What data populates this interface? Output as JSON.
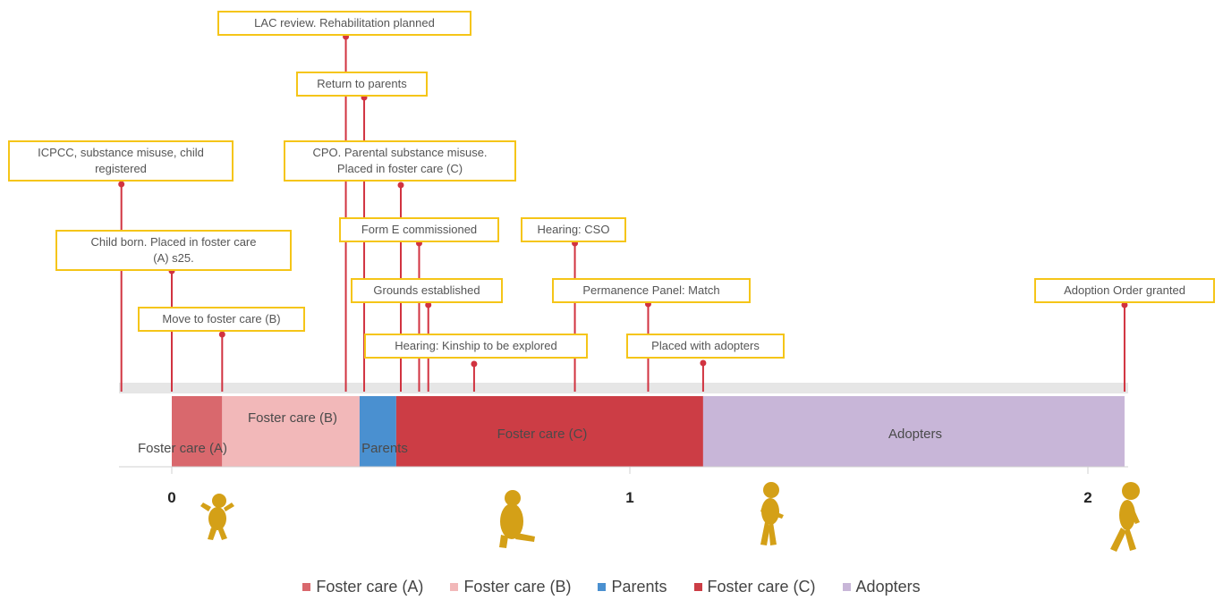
{
  "segments": [
    {
      "name": "Foster care (A)",
      "label": "Foster care (A)",
      "start": 0,
      "end": 0.11,
      "color": "#d9686d"
    },
    {
      "name": "Foster care (B)",
      "label": "Foster care (B)",
      "start": 0.11,
      "end": 0.41,
      "color": "#f2b8b9"
    },
    {
      "name": "Parents",
      "label": "Parents",
      "start": 0.41,
      "end": 0.49,
      "color": "#4a90d0"
    },
    {
      "name": "Foster care (C)",
      "label": "Foster care (C)",
      "start": 0.49,
      "end": 1.16,
      "color": "#cc3d45"
    },
    {
      "name": "Adopters",
      "label": "Adopters",
      "start": 1.16,
      "end": 2.08,
      "color": "#c8b6d8"
    }
  ],
  "events": [
    {
      "lines": [
        "ICPCC, substance misuse, child",
        "registered"
      ],
      "t": -0.11
    },
    {
      "lines": [
        "Child born. Placed in foster care",
        "(A) s25."
      ],
      "t": 0.0
    },
    {
      "lines": [
        "Move to foster care (B)"
      ],
      "t": 0.11
    },
    {
      "lines": [
        "LAC review. Rehabilitation planned"
      ],
      "t": 0.38
    },
    {
      "lines": [
        "Return to parents"
      ],
      "t": 0.42
    },
    {
      "lines": [
        "CPO. Parental substance misuse.",
        "Placed in foster care (C)"
      ],
      "t": 0.5
    },
    {
      "lines": [
        "Form E commissioned"
      ],
      "t": 0.54
    },
    {
      "lines": [
        "Grounds established"
      ],
      "t": 0.56
    },
    {
      "lines": [
        "Hearing: Kinship to be explored"
      ],
      "t": 0.66
    },
    {
      "lines": [
        "Hearing: CSO"
      ],
      "t": 0.88
    },
    {
      "lines": [
        "Permanence Panel: Match"
      ],
      "t": 1.04
    },
    {
      "lines": [
        "Placed with adopters"
      ],
      "t": 1.16
    },
    {
      "lines": [
        "Adoption Order granted"
      ],
      "t": 2.08
    }
  ],
  "axis": {
    "ticks": [
      0,
      1,
      2
    ],
    "labels": [
      "0",
      "1",
      "2"
    ],
    "min": -0.12,
    "max": 2.09
  },
  "legend": [
    "Foster care (A)",
    "Foster care (B)",
    "Parents",
    "Foster care (C)",
    "Adopters"
  ],
  "colors": {
    "stem": "#d13340",
    "label_border": "#f5c518",
    "axis_band": "#e6e6e6",
    "figure": "#d4a017"
  },
  "figures": [
    "baby-icon",
    "crawling-baby-icon",
    "toddler-icon",
    "walking-child-icon"
  ]
}
